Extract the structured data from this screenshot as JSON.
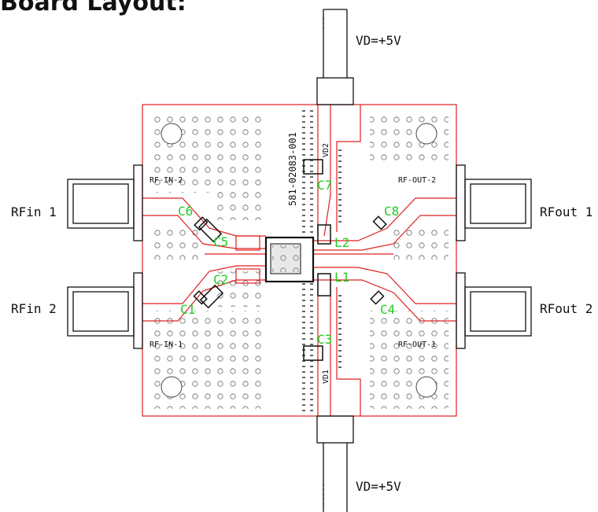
{
  "title": "Board Layout:",
  "board": {
    "part_number": "581-02083-001",
    "trace_color": "#e02020",
    "component_color": "#111111",
    "ref_color": "#22cc22"
  },
  "connectors": {
    "rfin1": "RFin  1",
    "rfin2": "RFin  2",
    "rfout1": "RFout  1",
    "rfout2": "RFout  2",
    "vd_top": "VD=+5V",
    "vd_bottom": "VD=+5V"
  },
  "silkscreen": {
    "rf_in_2": "RF-IN-2",
    "rf_in_1": "RF-IN-1",
    "rf_out_2": "RF-OUT-2",
    "rf_out_1": "RF-OUT-1",
    "vd2": "VD2",
    "vd1": "VD1"
  },
  "refdes": {
    "c1": "C1",
    "c2": "C2",
    "c3": "C3",
    "c4": "C4",
    "c5": "C5",
    "c6": "C6",
    "c7": "C7",
    "c8": "C8",
    "l1": "L1",
    "l2": "L2"
  }
}
